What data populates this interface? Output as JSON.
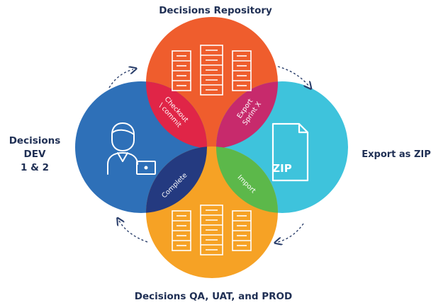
{
  "labels": {
    "top": "Decisions Repository",
    "left_line1": "Decisions",
    "left_line2": "DEV",
    "left_line3": "1 & 2",
    "right": "Export as ZIP",
    "bottom": "Decisions QA, UAT, and PROD"
  },
  "overlaps": {
    "top_left_line1": "Checkout",
    "top_left_line2": "\\ commit",
    "top_right_line1": "Export",
    "top_right_line2": "Sprint X",
    "bottom_left": "Complete",
    "bottom_right": "Import"
  },
  "zip_text": "ZIP",
  "colors": {
    "top": "#ef5d2d",
    "left": "#2e70b8",
    "right": "#3ec3dc",
    "bottom": "#f6a225",
    "overlap_top_left": "#e02547",
    "overlap_top_right": "#c72a6c",
    "overlap_bottom_left": "#243a80",
    "overlap_bottom_right": "#5cb84a",
    "label_text": "#1f2f54",
    "arrow": "#2b3f6b"
  },
  "icons": {
    "top": "server-rack-icon",
    "left": "developer-laptop-icon",
    "right": "zip-file-icon",
    "bottom": "server-rack-icon"
  }
}
